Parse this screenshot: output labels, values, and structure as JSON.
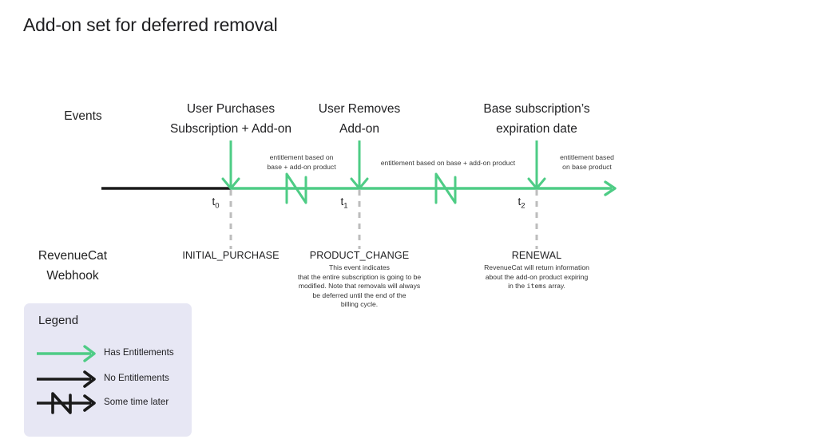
{
  "title": "Add-on set for deferred removal",
  "colors": {
    "green": "#4ecc85",
    "black": "#1a1a1a",
    "gray_dashed": "#bdbdbd",
    "legend_bg": "#e7e7f4",
    "text": "#1f1f21"
  },
  "rows": {
    "events_label": "Events",
    "webhook_label_line1": "RevenueCat",
    "webhook_label_line2": "Webhook"
  },
  "timeline": {
    "markers": [
      {
        "id": "t0",
        "label": "t",
        "sub": "0"
      },
      {
        "id": "t1",
        "label": "t",
        "sub": "1"
      },
      {
        "id": "t2",
        "label": "t",
        "sub": "2"
      }
    ],
    "events": [
      {
        "id": "event-0",
        "line1": "User Purchases",
        "line2": "Subscription + Add-on"
      },
      {
        "id": "event-1",
        "line1": "User Removes",
        "line2": "Add-on"
      },
      {
        "id": "event-2",
        "line1": "Base subscription’s",
        "line2": "expiration date"
      }
    ],
    "entitlement_notes": [
      {
        "id": "note-0",
        "line1": "entitlement based on",
        "line2": "base + add-on product"
      },
      {
        "id": "note-1",
        "line1": "entitlement based on base + add-on product",
        "line2": ""
      },
      {
        "id": "note-2",
        "line1": "entitlement based",
        "line2": "on base product"
      }
    ]
  },
  "webhooks": [
    {
      "id": "initial-purchase",
      "name": "INITIAL_PURCHASE",
      "desc_lines": []
    },
    {
      "id": "product-change",
      "name": "PRODUCT_CHANGE",
      "desc_lines": [
        "This event indicates",
        "that the entire subscription is going to be",
        "modified. Note that removals will always",
        "be deferred until the end of the",
        "billing cycle."
      ]
    },
    {
      "id": "renewal",
      "name": "RENEWAL",
      "desc_lines": [
        "RevenueCat will return information",
        "about the add-on product expiring",
        "in the |items| array."
      ]
    }
  ],
  "legend": {
    "title": "Legend",
    "items": [
      {
        "id": "has-entitlements",
        "icon": "green-arrow-icon",
        "label": "Has Entitlements"
      },
      {
        "id": "no-entitlements",
        "icon": "black-arrow-icon",
        "label": "No Entitlements"
      },
      {
        "id": "some-time-later",
        "icon": "zigzag-arrow-icon",
        "label": "Some time later"
      }
    ]
  }
}
